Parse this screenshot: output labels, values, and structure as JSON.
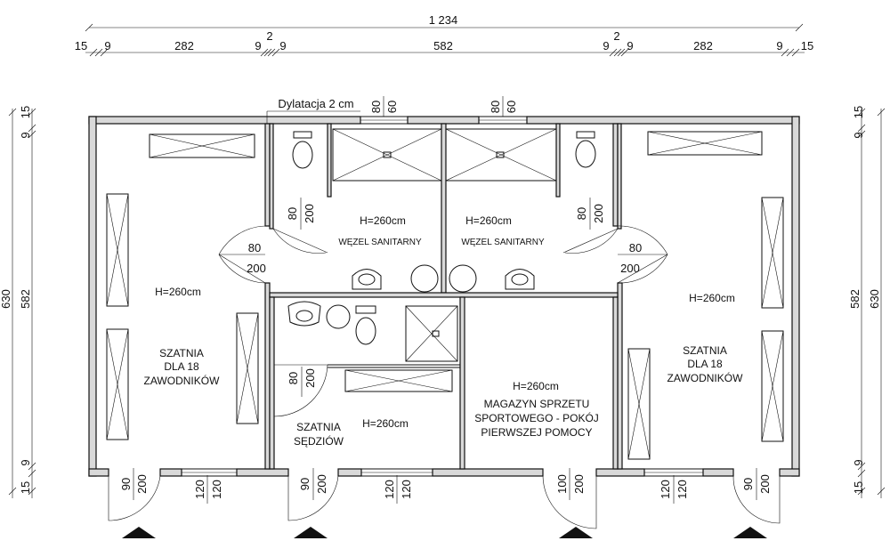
{
  "top_dimensions": {
    "total": "1 234",
    "chain": [
      "15",
      "9",
      "282",
      "9",
      "2",
      "9",
      "582",
      "9",
      "2",
      "9",
      "282",
      "9",
      "15"
    ]
  },
  "side_dimensions": {
    "left": {
      "outer": "630",
      "inner": "582",
      "top_a": "15",
      "top_b": "9",
      "bot_a": "9",
      "bot_b": "15"
    },
    "right": {
      "outer": "630",
      "inner": "582",
      "top_a": "15",
      "top_b": "9",
      "bot_a": "9",
      "bot_b": "15"
    }
  },
  "dilatation_label": "Dylatacja 2 cm",
  "rooms": {
    "left_locker": {
      "height": "H=260cm",
      "name_lines": [
        "SZATNIA",
        "DLA 18",
        "ZAWODNIKÓW"
      ]
    },
    "right_locker": {
      "height": "H=260cm",
      "name_lines": [
        "SZATNIA",
        "DLA 18",
        "ZAWODNIKÓW"
      ]
    },
    "sanitary_left": {
      "height": "H=260cm",
      "name": "WĘZEL SANITARNY"
    },
    "sanitary_right": {
      "height": "H=260cm",
      "name": "WĘZEL SANITARNY"
    },
    "referees": {
      "height": "H=260cm",
      "name_lines": [
        "SZATNIA",
        "SĘDZIÓW"
      ]
    },
    "storage": {
      "height": "H=260cm",
      "name_lines": [
        "MAGAZYN SPRZETU",
        "SPORTOWEGO - POKÓJ",
        "PIERWSZEJ POMOCY"
      ]
    }
  },
  "openings": {
    "top_window_left": [
      "80",
      "60"
    ],
    "top_window_right": [
      "80",
      "60"
    ],
    "wc_door_left": [
      "80",
      "200"
    ],
    "wc_door_right": [
      "80",
      "200"
    ],
    "locker_door_left": [
      "80",
      "200"
    ],
    "locker_door_right": [
      "80",
      "200"
    ],
    "ref_inner_door": [
      "80",
      "200"
    ],
    "ext_door_1": [
      "90",
      "200"
    ],
    "win_1": [
      "120",
      "120"
    ],
    "ext_door_2": [
      "90",
      "200"
    ],
    "win_2": [
      "120",
      "120"
    ],
    "ext_door_3": [
      "100",
      "200"
    ],
    "win_3": [
      "120",
      "120"
    ],
    "ext_door_4": [
      "90",
      "200"
    ]
  }
}
